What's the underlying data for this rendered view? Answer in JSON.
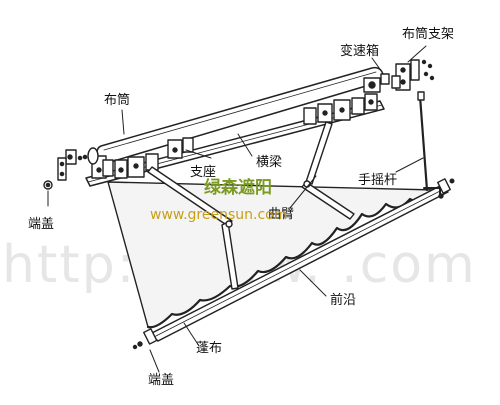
{
  "labels": {
    "bu_tong_zhi_jia": "布筒支架",
    "bian_su_xiang": "变速箱",
    "bu_tong": "布筒",
    "heng_liang": "横梁",
    "zhi_zuo": "支座",
    "qu_bi": "曲臂",
    "shou_yao_gan": "手摇杆",
    "duan_gai_left": "端盖",
    "qian_yan": "前沿",
    "peng_bu": "蓬布",
    "duan_gai_bottom": "端盖"
  },
  "watermark": {
    "brand_cn": "绿森遮阳",
    "url": "www.greensun.com",
    "big_text": "http://www.                .com"
  },
  "colors": {
    "line": "#222222",
    "fabric": "#f4f4f4",
    "watermark_cn": "#7a9a22",
    "watermark_url": "#c7a019"
  }
}
